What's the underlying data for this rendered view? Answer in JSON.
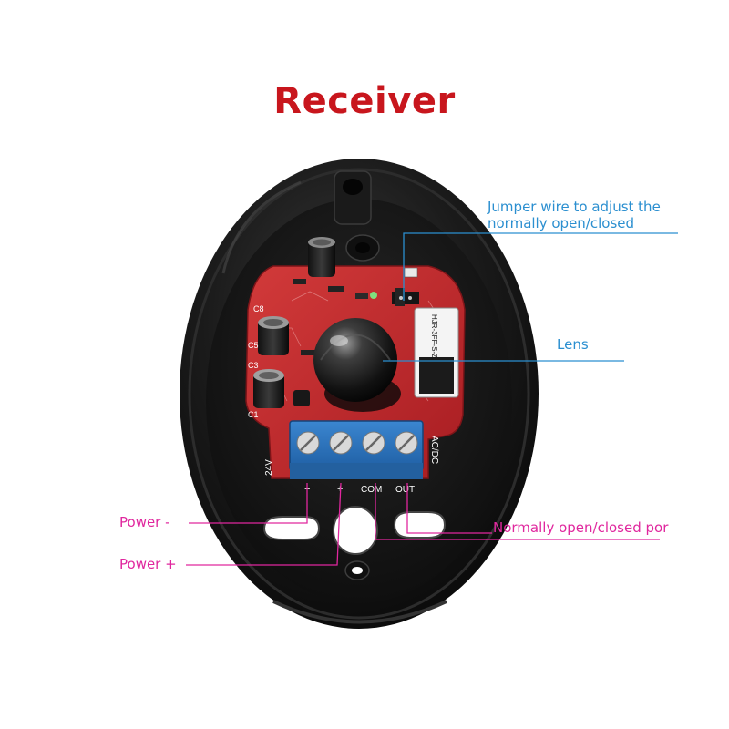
{
  "title": "Receiver",
  "colors": {
    "title": "#c8161d",
    "callout_blue": "#2b8fd0",
    "callout_pink": "#e0279e",
    "housing": "#141414",
    "pcb": "#c0262c",
    "terminal": "#2a6fb7"
  },
  "callouts": {
    "jumper": [
      "Jumper wire to adjust the",
      "normally open/closed"
    ],
    "lens": "Lens",
    "power_minus": "Power -",
    "power_plus": "Power +",
    "no_nc_port": "Normally open/closed por"
  },
  "board_markings": {
    "left_voltage": "24V",
    "right_voltage": "AC/DC",
    "terminal_minus": "−",
    "terminal_plus": "+",
    "terminal_com": "COM",
    "terminal_out": "OUT",
    "relay_text": "HJR-3FF-S-Z",
    "cap_c1": "C1",
    "cap_c8": "C8",
    "cap_c3": "C3",
    "cap_c5": "C5"
  }
}
